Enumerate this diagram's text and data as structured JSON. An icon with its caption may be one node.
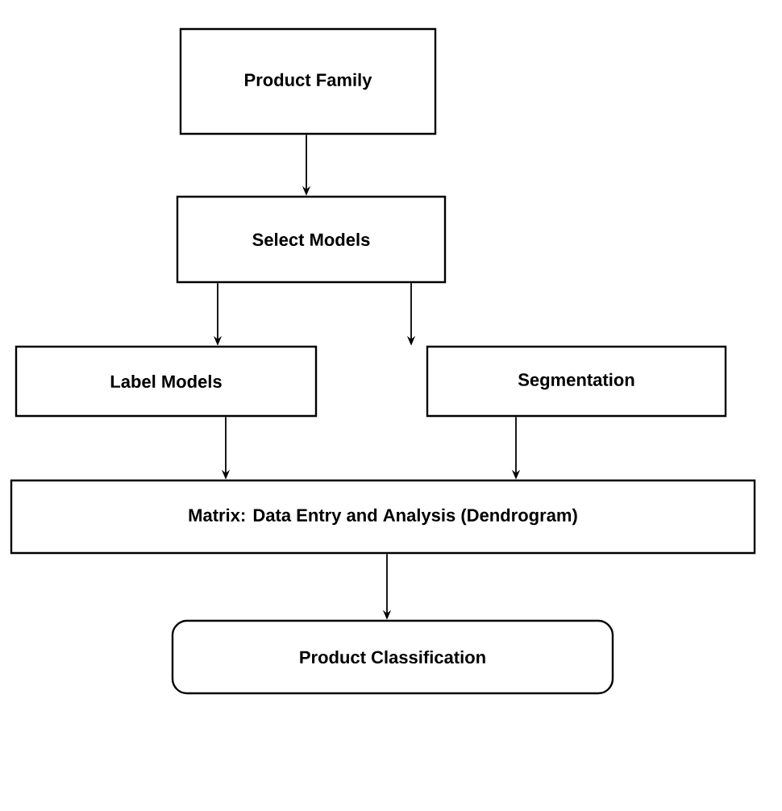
{
  "diagram": {
    "nodes": [
      {
        "text": [
          "Product  Family"
        ]
      },
      {
        "text": [
          "Select Models"
        ]
      },
      {
        "text": [
          "Label Models"
        ]
      },
      {
        "text": [
          "Segmentation"
        ]
      },
      {
        "text": [
          "Matrix: Data Entry and Analysis (Dendrogram)"
        ]
      },
      {
        "text": [
          "Product Classification"
        ]
      }
    ],
    "edges": [
      {
        "from": 0,
        "to": 1,
        "arrow": "to"
      },
      {
        "from": 1,
        "to": 2,
        "arrow": "to"
      },
      {
        "from": 1,
        "to": 3,
        "arrow": "to"
      },
      {
        "from": 2,
        "to": 4,
        "arrow": "to"
      },
      {
        "from": 3,
        "to": 4,
        "arrow": "to"
      },
      {
        "from": 4,
        "to": 5,
        "arrow": "to"
      }
    ]
  }
}
